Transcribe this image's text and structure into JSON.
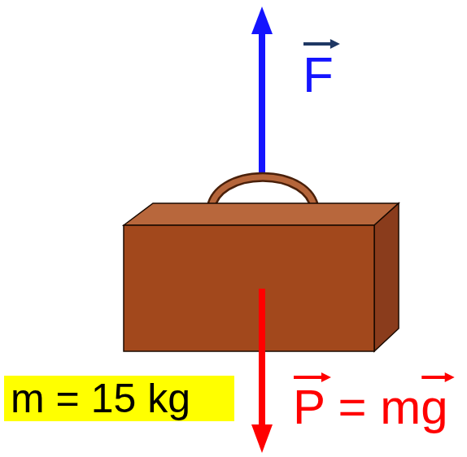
{
  "diagram": {
    "nodes": [
      {
        "text": [
          "m = 15 kg"
        ]
      }
    ],
    "labels": [
      "F",
      "P = mg"
    ]
  }
}
